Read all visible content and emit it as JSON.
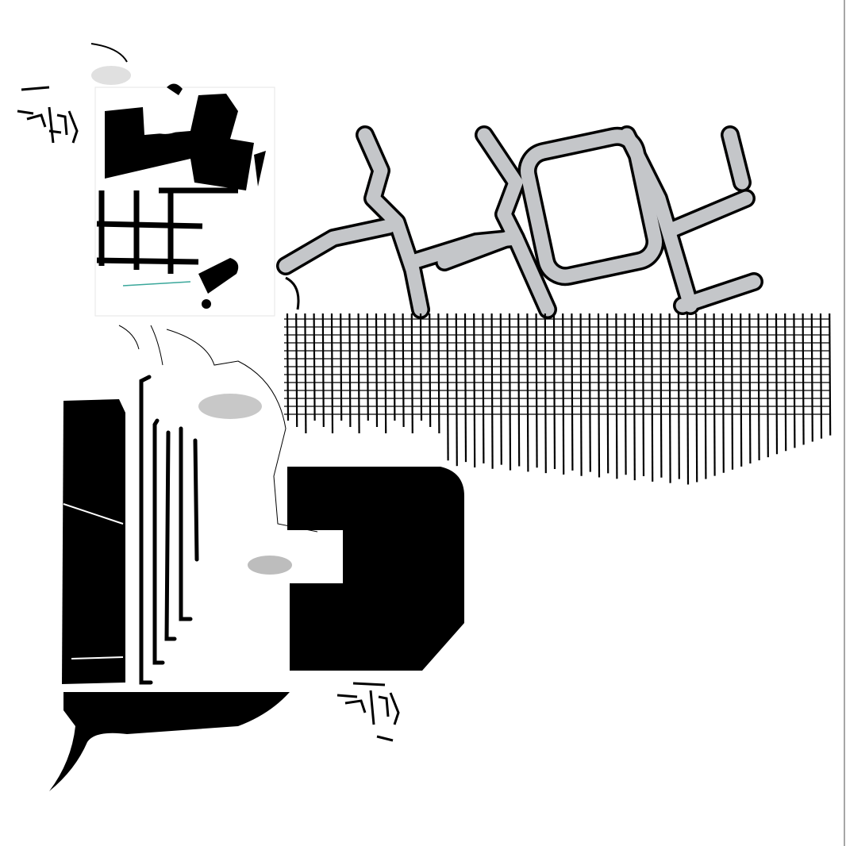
{
  "artwork": {
    "kind": "abstract collage",
    "colors": {
      "paper": "#ffffff",
      "ink": "#000000",
      "wash": "#c4c6c9",
      "wash_light": "#dfe0e2",
      "accent_teal": "#3aa79a",
      "accent_pink": "#e08aa0"
    },
    "pieces": [
      "top-left-grid-fragment",
      "gray-map-fragment",
      "line-grid",
      "left-black-panel",
      "vertical-bars",
      "black-block",
      "bottom-black-shape",
      "glyph-marks"
    ]
  }
}
